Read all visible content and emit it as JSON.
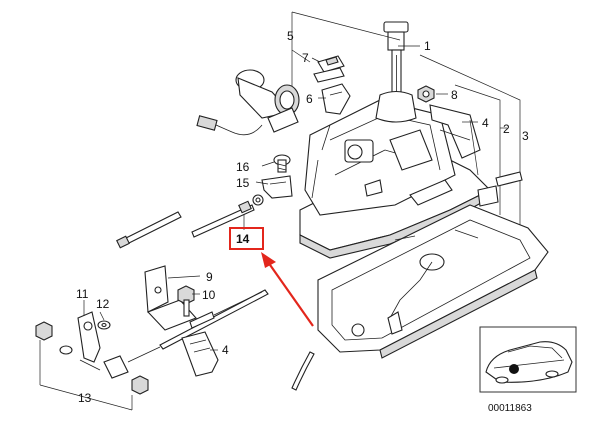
{
  "diagram": {
    "callouts": [
      {
        "id": "1",
        "text": "1"
      },
      {
        "id": "2",
        "text": "2"
      },
      {
        "id": "3",
        "text": "3"
      },
      {
        "id": "4a",
        "text": "4"
      },
      {
        "id": "4b",
        "text": "4"
      },
      {
        "id": "5",
        "text": "5"
      },
      {
        "id": "6",
        "text": "6"
      },
      {
        "id": "7",
        "text": "7"
      },
      {
        "id": "8",
        "text": "8"
      },
      {
        "id": "9",
        "text": "9"
      },
      {
        "id": "10",
        "text": "10"
      },
      {
        "id": "11",
        "text": "11"
      },
      {
        "id": "12",
        "text": "12"
      },
      {
        "id": "13",
        "text": "13"
      },
      {
        "id": "14",
        "text": "14"
      },
      {
        "id": "15",
        "text": "15"
      },
      {
        "id": "16",
        "text": "16"
      }
    ],
    "highlight": {
      "callout": "14",
      "box_color": "#e3261c",
      "arrow_color": "#e3261c"
    },
    "diagram_id": "00011863",
    "inset": {
      "marker_color": "#111111"
    }
  }
}
